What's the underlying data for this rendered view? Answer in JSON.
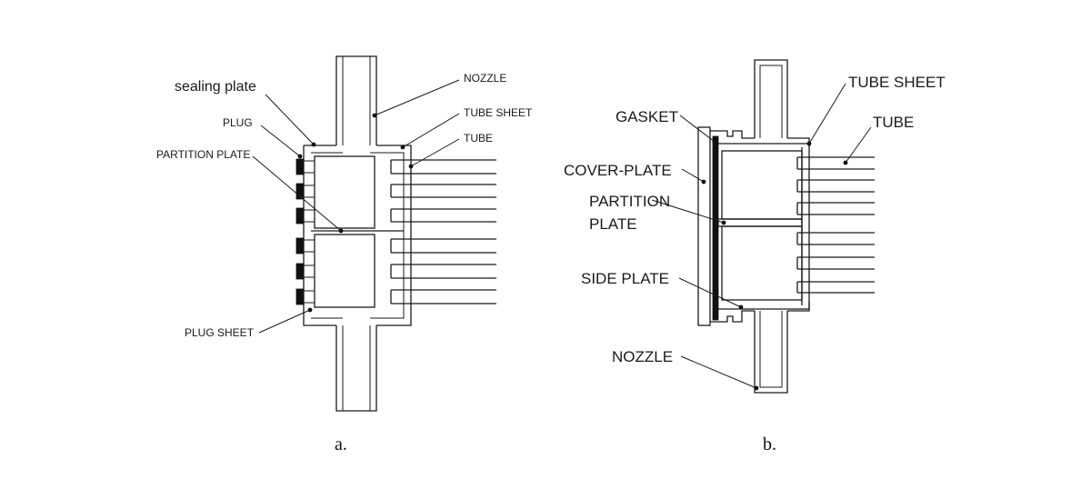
{
  "figure_a": {
    "labels": {
      "sealing_plate": "sealing plate",
      "plug": "PLUG",
      "partition_plate": "PARTITION PLATE",
      "plug_sheet": "PLUG SHEET",
      "nozzle": "NOZZLE",
      "tube_sheet": "TUBE SHEET",
      "tube": "TUBE"
    },
    "caption": "a."
  },
  "figure_b": {
    "labels": {
      "gasket": "GASKET",
      "cover_plate": "COVER-PLATE",
      "partition_line1": "PARTITION",
      "partition_line2": "PLATE",
      "side_plate": "SIDE PLATE",
      "nozzle": "NOZZLE",
      "tube_sheet": "TUBE SHEET",
      "tube": "TUBE"
    },
    "caption": "b."
  }
}
